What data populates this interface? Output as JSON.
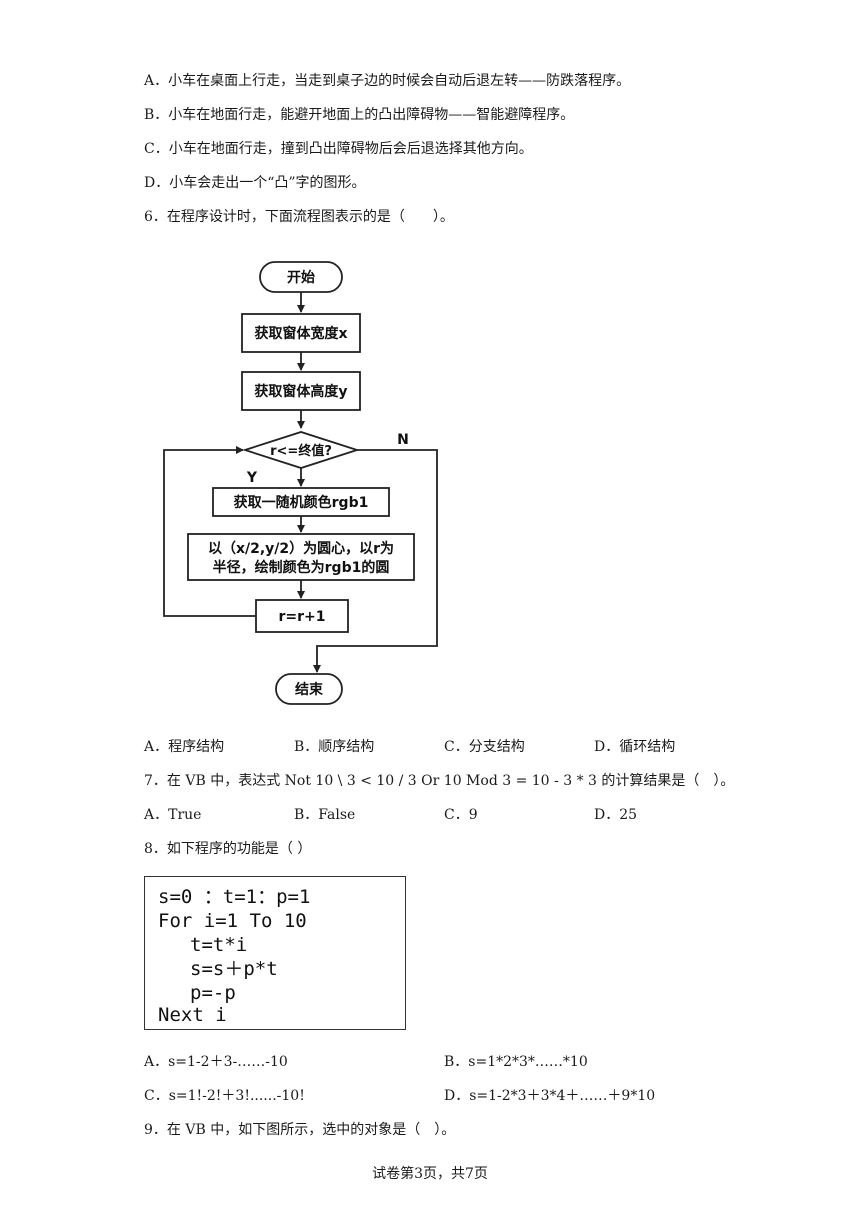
{
  "q5_options": [
    "A．小车在桌面上行走，当走到桌子边的时候会自动后退左转——防跌落程序。",
    "B．小车在地面行走，能避开地面上的凸出障碍物——智能避障程序。",
    "C．小车在地面行走，撞到凸出障碍物后会后退选择其他方向。",
    "D．小车会走出一个“凸”字的图形。"
  ],
  "q6": {
    "stem": "6．在程序设计时，下面流程图表示的是（　　）。",
    "flowchart": {
      "start": "开始",
      "step1": "获取窗体宽度x",
      "step2": "获取窗体高度y",
      "condition": "r<=终值?",
      "yes": "Y",
      "no": "N",
      "step3": "获取一随机颜色rgb1",
      "step4_line1": "以（x/2,y/2）为圆心，以r为",
      "step4_line2": "半径，绘制颜色为rgb1的圆",
      "step5": "r=r+1",
      "end": "结束"
    },
    "options": [
      "A．程序结构",
      "B．顺序结构",
      "C．分支结构",
      "D．循环结构"
    ]
  },
  "q7": {
    "stem": "7．在 VB 中，表达式 Not 10 \\ 3 < 10 / 3 Or 10 Mod 3 = 10 - 3 * 3 的计算结果是（　）。",
    "options": [
      "A．True",
      "B．False",
      "C．9",
      "D．25"
    ]
  },
  "q8": {
    "stem": "8．如下程序的功能是（ ）",
    "code": [
      "s=0 ：t=1：p=1",
      "For i=1 To 10",
      "t=t*i",
      "s=s＋p*t",
      "p=-p",
      "Next i"
    ],
    "options": [
      "A．s=1-2＋3-……-10",
      "B．s=1*2*3*……*10",
      "C．s=1!-2!＋3!......-10!",
      "D．s=1-2*3＋3*4＋……＋9*10"
    ]
  },
  "q9": {
    "stem": "9．在 VB 中，如下图所示，选中的对象是（　）。"
  },
  "footer": "试卷第3页，共7页"
}
